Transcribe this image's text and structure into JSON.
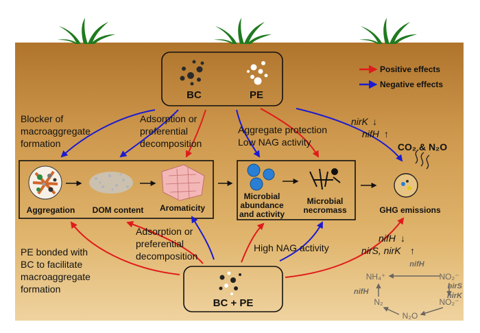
{
  "legend": {
    "positive": "Positive effects",
    "negative": "Negative effects",
    "positive_color": "#e01b1b",
    "negative_color": "#1b1bd0"
  },
  "top_box": {
    "bc": "BC",
    "pe": "PE"
  },
  "bottom_box": {
    "label": "BC + PE"
  },
  "soil_process": {
    "aggregation": "Aggregation",
    "dom": "DOM content",
    "aromaticity": "Aromaticity"
  },
  "microbial": {
    "abundance_line1": "Microbial",
    "abundance_line2": "abundance",
    "abundance_line3": "and activity",
    "necromass_line1": "Microbial",
    "necromass_line2": "necromass"
  },
  "ghg": {
    "label": "GHG emissions",
    "gases": "CO₂ & N₂O"
  },
  "annotations": {
    "blocker": [
      "Blocker of",
      "macroaggregate",
      "formation"
    ],
    "adsorption_top": [
      "Adsorption or",
      "preferential",
      "decomposition"
    ],
    "aggregate_protection": [
      "Aggregate protection",
      "Low NAG activity"
    ],
    "adsorption_bottom": [
      "Adsorption or",
      "preferential",
      "decomposition"
    ],
    "pe_bonded": [
      "PE bonded with",
      "BC to facilitate",
      "macroaggregate",
      "formation"
    ],
    "high_nag": "High NAG activity"
  },
  "genes_top": {
    "nirK": "nirK",
    "nifH": "nifH",
    "nirK_arrow": "↓",
    "nifH_arrow": "↑"
  },
  "genes_bottom": {
    "nifH": "nifH",
    "nifH_arrow": "↓",
    "nirS_nirK": "nirS, nirK",
    "nirS_nirK_arrow": "↑"
  },
  "n_cycle": {
    "nh4": "NH₄⁺",
    "no2_top": "NO₂⁻",
    "no2_right": "NO₂⁻",
    "n2o": "N₂O",
    "n2": "N₂",
    "nifH_top": "nifH",
    "nifH_left": "nifH",
    "nirS": "nirS",
    "nirK": "nirK"
  }
}
